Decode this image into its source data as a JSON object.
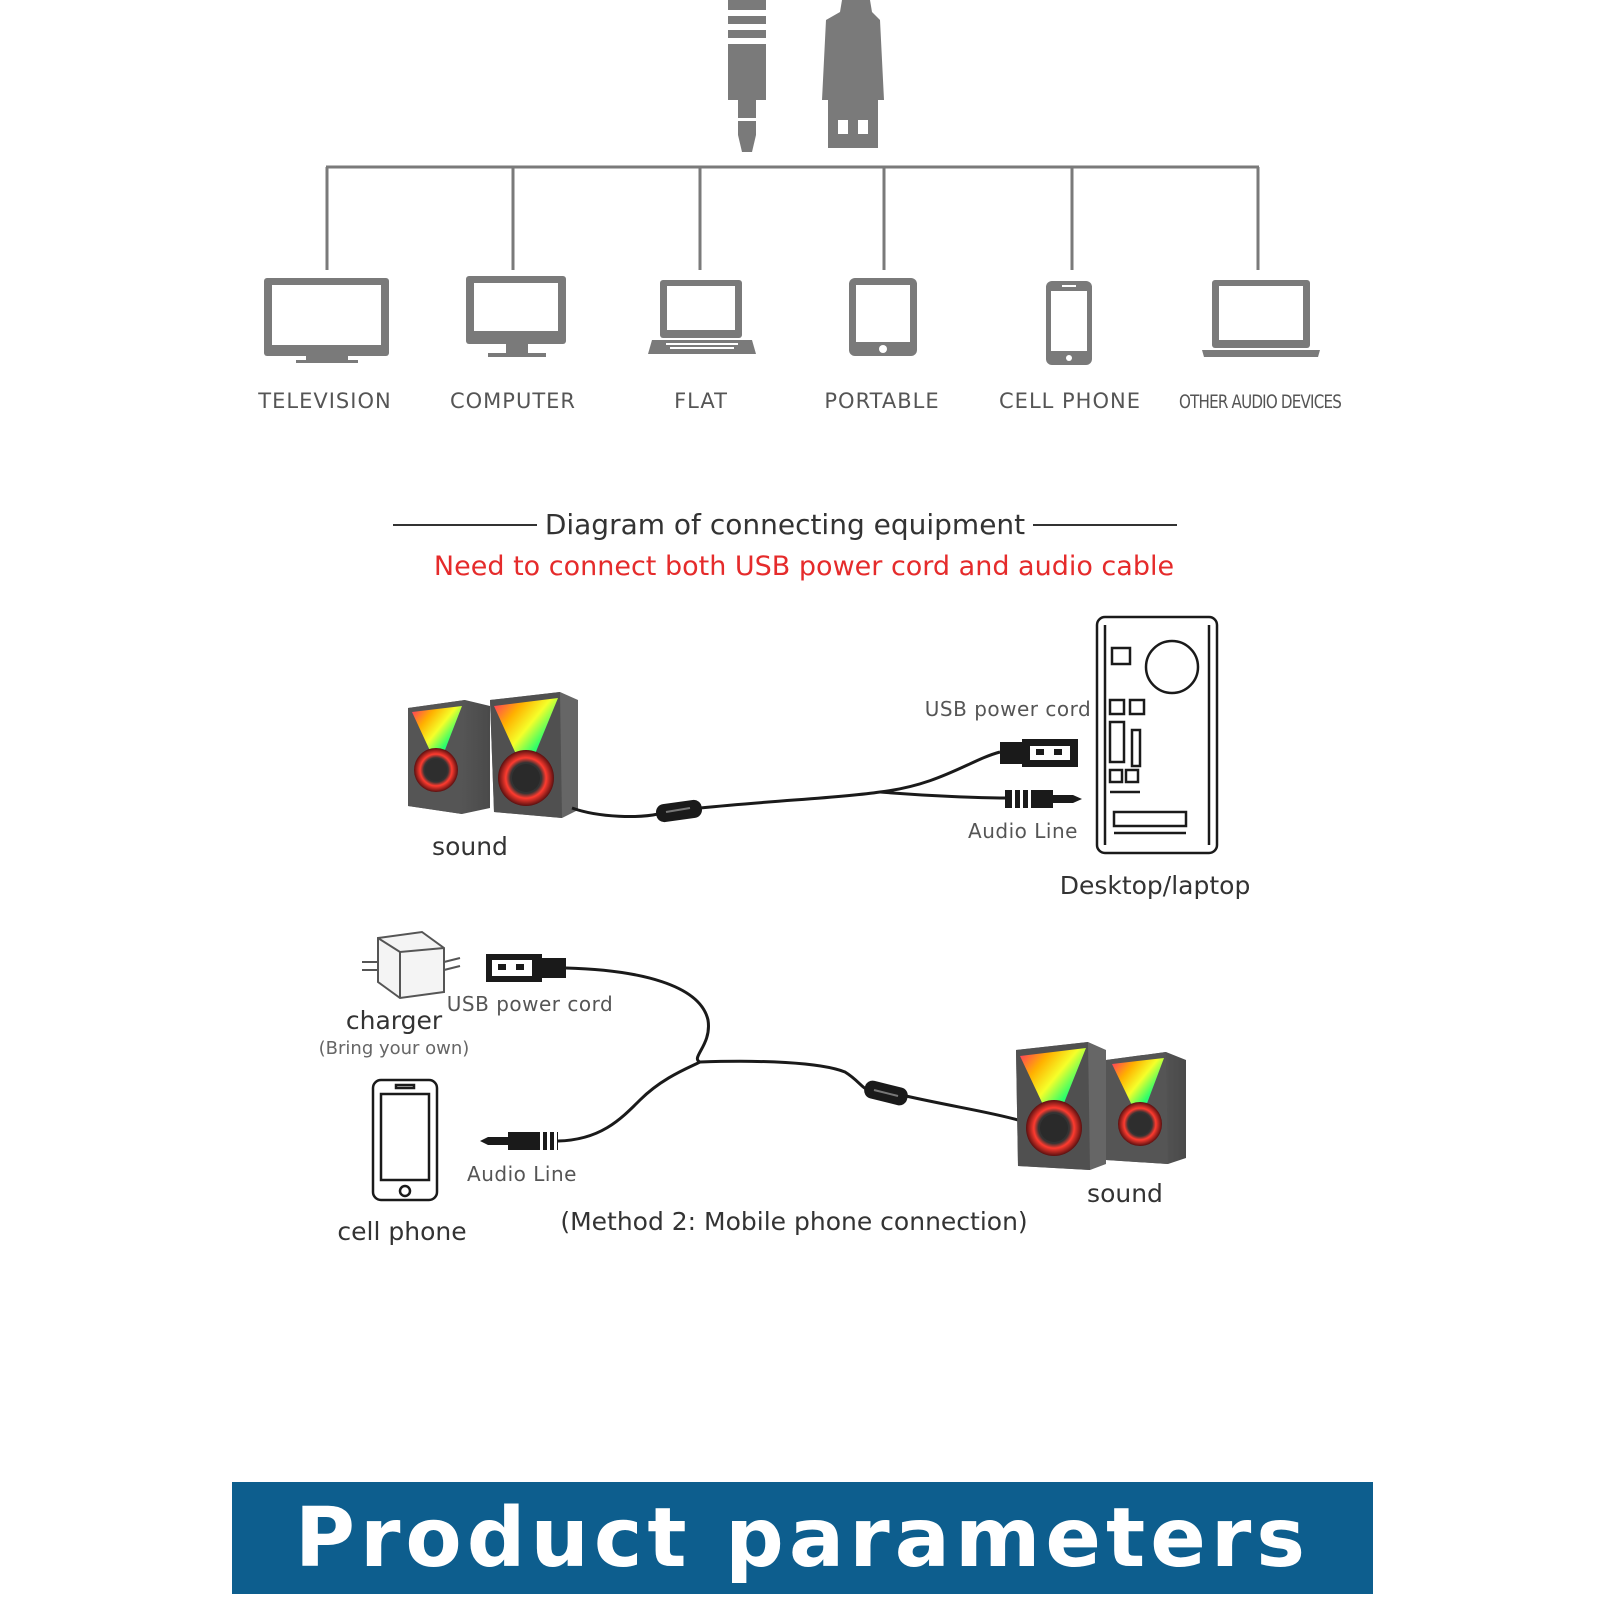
{
  "devices": [
    {
      "label": "TELEVISION",
      "icon": "television-icon"
    },
    {
      "label": "COMPUTER",
      "icon": "computer-monitor-icon"
    },
    {
      "label": "FLAT",
      "icon": "laptop-icon"
    },
    {
      "label": "PORTABLE",
      "icon": "tablet-icon"
    },
    {
      "label": "CELL PHONE",
      "icon": "phone-icon"
    },
    {
      "label": "OTHER AUDIO DEVICES",
      "icon": "laptop-icon"
    }
  ],
  "diagram": {
    "title": "Diagram of connecting equipment",
    "warning": "Need to connect both USB power cord and audio cable",
    "method1": {
      "usb_label": "USB power cord",
      "audio_label": "Audio Line",
      "speaker_label": "sound",
      "computer_label": "Desktop/laptop"
    },
    "method2": {
      "charger_label": "charger",
      "charger_note": "(Bring your own)",
      "usb_label": "USB power cord",
      "audio_label": "Audio Line",
      "phone_label": "cell phone",
      "speaker_label": "sound",
      "caption": "(Method 2: Mobile phone connection)"
    }
  },
  "banner": {
    "text": "Product parameters"
  },
  "colors": {
    "icon_gray": "#7a7a7a",
    "warning_red": "#e52b2b",
    "banner_blue": "#0d5e8e",
    "cable_black": "#1a1a1a"
  }
}
